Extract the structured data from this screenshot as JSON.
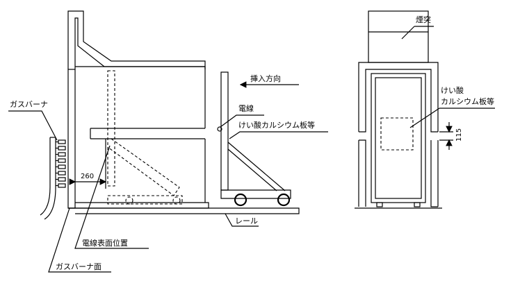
{
  "labels": {
    "gas_burner": "ガスバーナ",
    "insertion_direction": "挿入方向",
    "electric_wire": "電線",
    "calcium_silicate_board_side": "けい酸カルシウム板等",
    "rail": "レール",
    "wire_surface_position": "電線表面位置",
    "burner_face": "ガスバーナ面",
    "chimney": "煙突",
    "calcium_silicate_front_line1": "けい酸",
    "calcium_silicate_front_line2": "カルシウム板等"
  },
  "dimensions": {
    "burner_distance": "260",
    "opening_height": "115"
  },
  "colors": {
    "line": "#000000",
    "background": "#ffffff"
  }
}
